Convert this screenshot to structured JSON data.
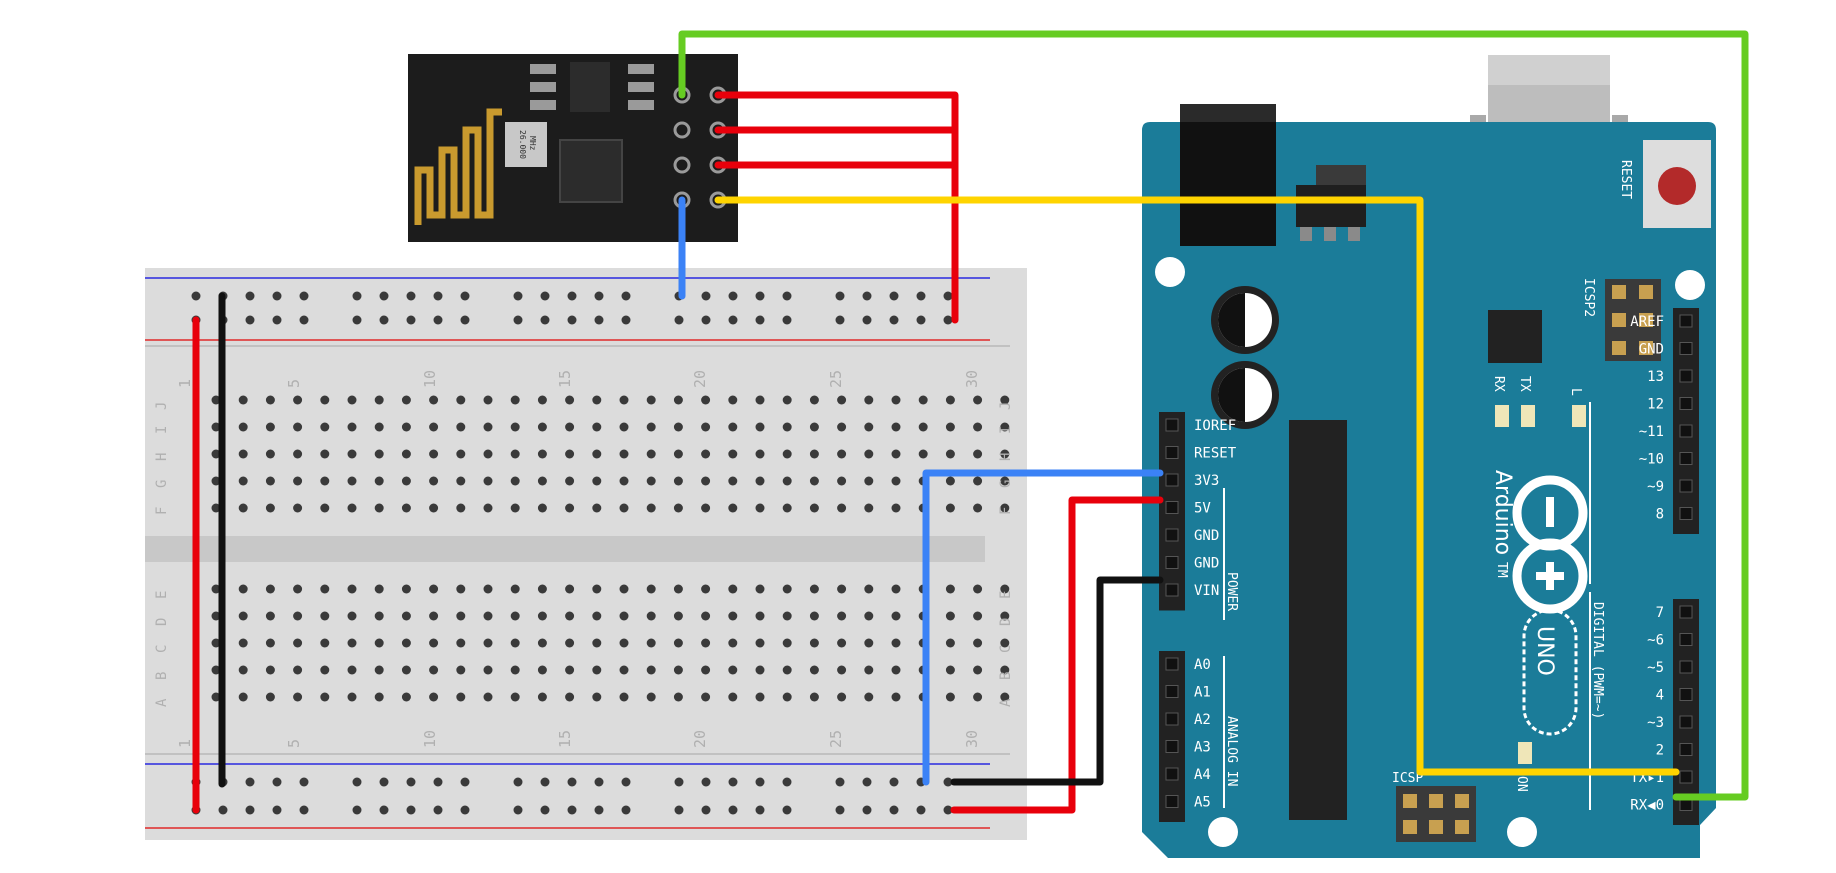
{
  "breadboard": {
    "col_numbers": [
      "1",
      "5",
      "10",
      "15",
      "20",
      "25",
      "30"
    ],
    "rows_top": [
      "J",
      "I",
      "H",
      "G",
      "F"
    ],
    "rows_bottom": [
      "E",
      "D",
      "C",
      "B",
      "A"
    ]
  },
  "arduino": {
    "reset_label": "RESET",
    "icsp2_label": "ICSP2",
    "icsp_label": "ICSP",
    "brand": "Arduino",
    "model": "UNO",
    "trademark": "TM",
    "led_labels": {
      "rx": "RX",
      "tx": "TX",
      "l": "L",
      "on": "ON"
    },
    "power_pins": [
      "IOREF",
      "RESET",
      "3V3",
      "5V",
      "GND",
      "GND",
      "VIN"
    ],
    "power_group": "POWER",
    "analog_pins": [
      "A0",
      "A1",
      "A2",
      "A3",
      "A4",
      "A5"
    ],
    "analog_group": "ANALOG IN",
    "digital_pins_upper": [
      "AREF",
      "GND",
      "13",
      "12",
      "~11",
      "~10",
      "~9",
      "8"
    ],
    "digital_pins_lower": [
      "7",
      "~6",
      "~5",
      "4",
      "~3",
      "2",
      "TX▸1",
      "RX◀0"
    ],
    "digital_group": "DIGITAL (PWM=~)"
  },
  "esp8266": {
    "crystal_text": [
      "26.000",
      "MHz"
    ]
  },
  "colors": {
    "wire_red": "#e8000b",
    "wire_black": "#111111",
    "wire_blue": "#3b82f6",
    "wire_yellow": "#ffd400",
    "wire_green": "#66cc22",
    "board_teal": "#1b7c99",
    "breadboard": "#dcdcdc"
  }
}
